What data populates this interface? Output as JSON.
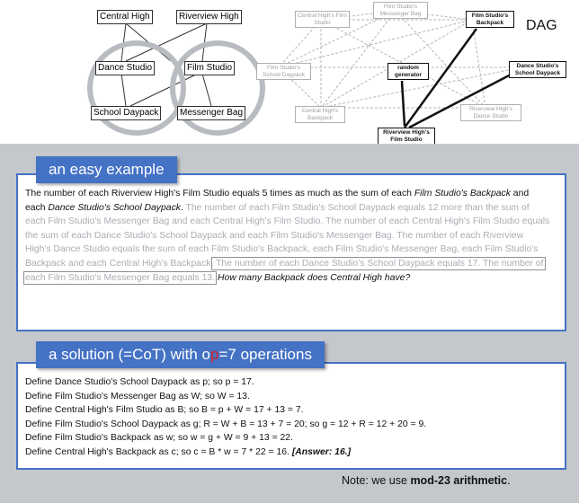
{
  "tree": {
    "nodes": [
      "Central High",
      "Riverview High",
      "Dance Studio",
      "Film Studio",
      "School Daypack",
      "Messenger Bag"
    ]
  },
  "dag": {
    "label": "DAG",
    "nodes": [
      "Central High's Film Studio",
      "Film Studio's Messenger Bag",
      "Film Studio's Backpack",
      "Film Studio's School Daypack",
      "random generator",
      "Dance Studio's School Daypack",
      "Central High's Backpack",
      "Riverview High's Dance Studio",
      "Riverview High's Film Studio"
    ]
  },
  "easy_example": {
    "title": "an easy example",
    "s1a": "The number of each Riverview High's Film Studio equals 5 times as much as the sum of each ",
    "s1b": "Film Studio's Backpack",
    "s1c": " and each ",
    "s1d": "Dance Studio's School Daypack",
    "s1e": ".",
    "faded1": " The number of each Film Studio's School Daypack equals 12 more than the sum of each Film Studio's Messenger Bag and each Central High's Film Studio. The number of each Central High's Film Studio equals the sum of each Dance Studio's School Daypack and each Film Studio's Messenger Bag. The number of each Riverview High's Dance Studio equals the sum of each Film Studio's Backpack, each Film Studio's Messenger Bag, each Film Studio's Backpack and each Central High's Backpack.",
    "boxed": " The number of each Dance Studio's School Daypack equals 17. The number of each Film Studio's Messenger Bag equals 13.",
    "question": " How many Backpack does Central High have?"
  },
  "solution": {
    "title_a": "a solution (=CoT) with o",
    "title_b": "p",
    "title_c": "=7 operations",
    "lines": [
      "Define Dance Studio's School Daypack as p; so p = 17.",
      "Define Film Studio's Messenger Bag as W; so W = 13.",
      "Define Central High's Film Studio as B; so B = p + W = 17 + 13 = 7.",
      "Define Film Studio's School Daypack as g; R = W + B = 13 + 7 = 20; so g = 12 + R = 12 + 20 = 9.",
      "Define Film Studio's Backpack as w; so w = g + W = 9 + 13 = 22."
    ],
    "last_line": "Define Central High's Backpack as c; so c = B * w = 7 * 22 = 16.",
    "answer": "[Answer: 16.]"
  },
  "note": {
    "prefix": "Note: we use ",
    "bold": "mod-23 arithmetic",
    "suffix": "."
  }
}
